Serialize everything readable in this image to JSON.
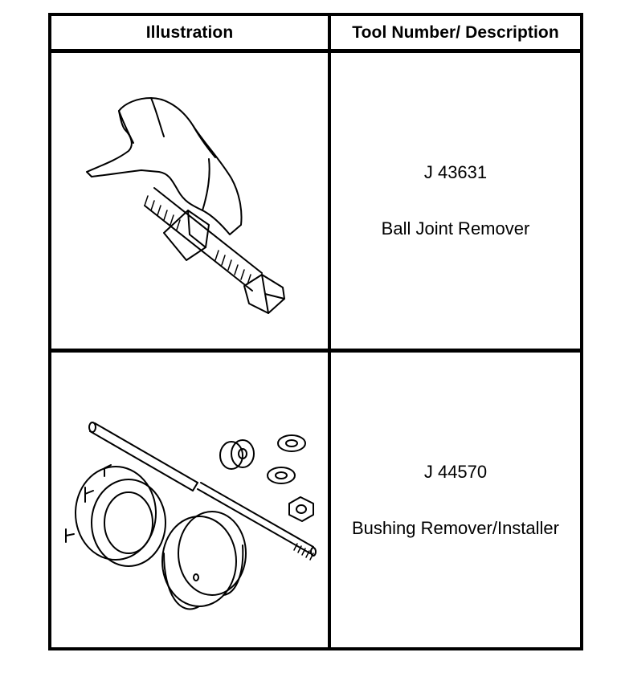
{
  "table": {
    "headers": {
      "illustration": "Illustration",
      "description": "Tool Number/ Description"
    },
    "rows": [
      {
        "tool_number": "J 43631",
        "description": "Ball Joint Remover",
        "illustration_icon": "ball-joint-remover-icon"
      },
      {
        "tool_number": "J 44570",
        "description": "Bushing Remover/Installer",
        "illustration_icon": "bushing-remover-installer-icon"
      }
    ]
  }
}
